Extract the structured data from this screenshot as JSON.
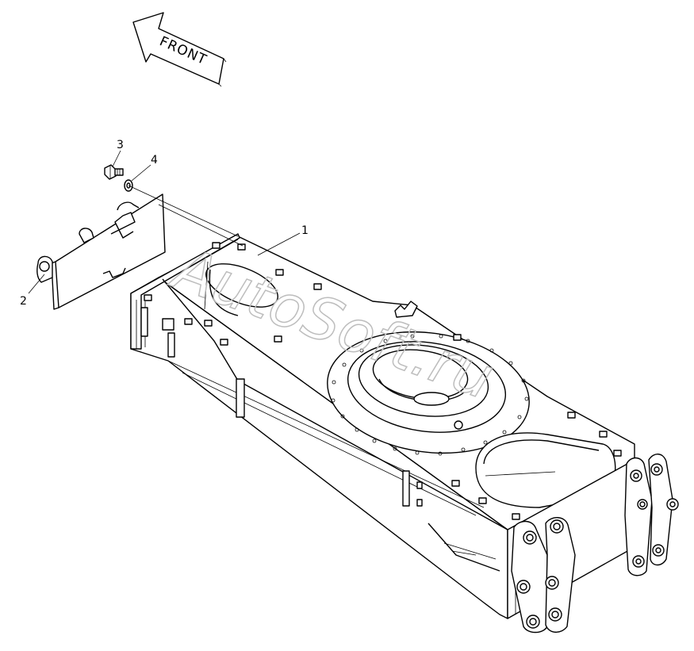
{
  "front_arrow": {
    "label": "FRONT"
  },
  "callouts": [
    {
      "number": "1"
    },
    {
      "number": "2"
    },
    {
      "number": "3"
    },
    {
      "number": "4"
    }
  ],
  "watermark": {
    "text": "AutoSoft.ru"
  }
}
